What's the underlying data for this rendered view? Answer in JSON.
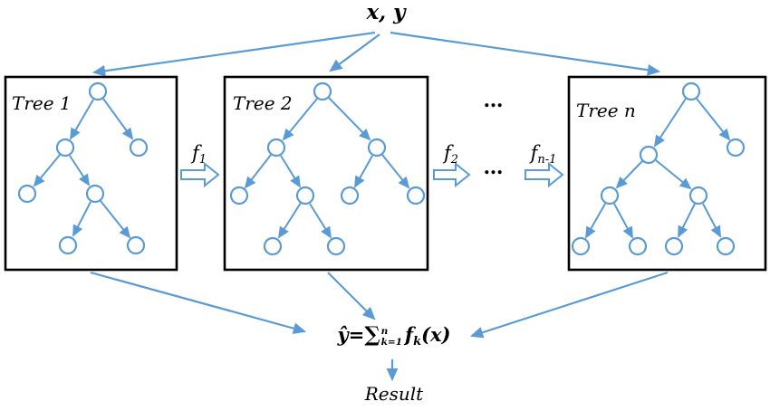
{
  "colors": {
    "accent": "#5B9BD5",
    "box_border": "#000000",
    "text": "#000000"
  },
  "input_label": "x, y",
  "trees": [
    {
      "label": "Tree 1"
    },
    {
      "label": "Tree 2"
    },
    {
      "label": "Tree n"
    }
  ],
  "connectors": [
    {
      "base": "f",
      "sub": "1"
    },
    {
      "base": "f",
      "sub": "2"
    },
    {
      "base": "f",
      "sub": "n-1"
    }
  ],
  "ellipsis": {
    "top": "…",
    "middle": "…"
  },
  "formula": {
    "lhs": "ŷ",
    "eq": "=",
    "sum": "∑",
    "upper": "n",
    "lower": "k=1",
    "func": "f",
    "func_sub": "k",
    "arg": "(x)"
  },
  "result_label": "Result"
}
